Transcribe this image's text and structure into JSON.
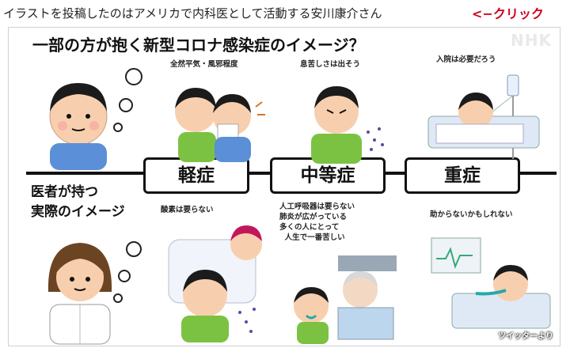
{
  "caption": "イラストを投稿したのはアメリカで内科医として活動する安川康介さん",
  "click_link": "<−クリック",
  "watermark": "NHK",
  "credit": "ツイッターより",
  "heading_public": "一部の方が抱く新型コロナ感染症のイメージ？",
  "heading_doctor": "医者が持つ\n実際のイメージ",
  "severity": [
    "軽症",
    "中等症",
    "重症"
  ],
  "notes_public": [
    "全然平気・風邪程度",
    "息苦しさは出そう",
    "入院は必要だろう"
  ],
  "notes_doctor": [
    "酸素は要らない",
    "人工呼吸器は要らない\n肺炎が広がっている\n多くの人にとって\n  人生で一番苦しい",
    "助からないかもしれない"
  ],
  "colors": {
    "click": "#d0021b",
    "skin": "#f8cfae",
    "hair": "#1b1b1b",
    "shirt_blue": "#5b8fd8",
    "shirt_green": "#7cc242"
  }
}
